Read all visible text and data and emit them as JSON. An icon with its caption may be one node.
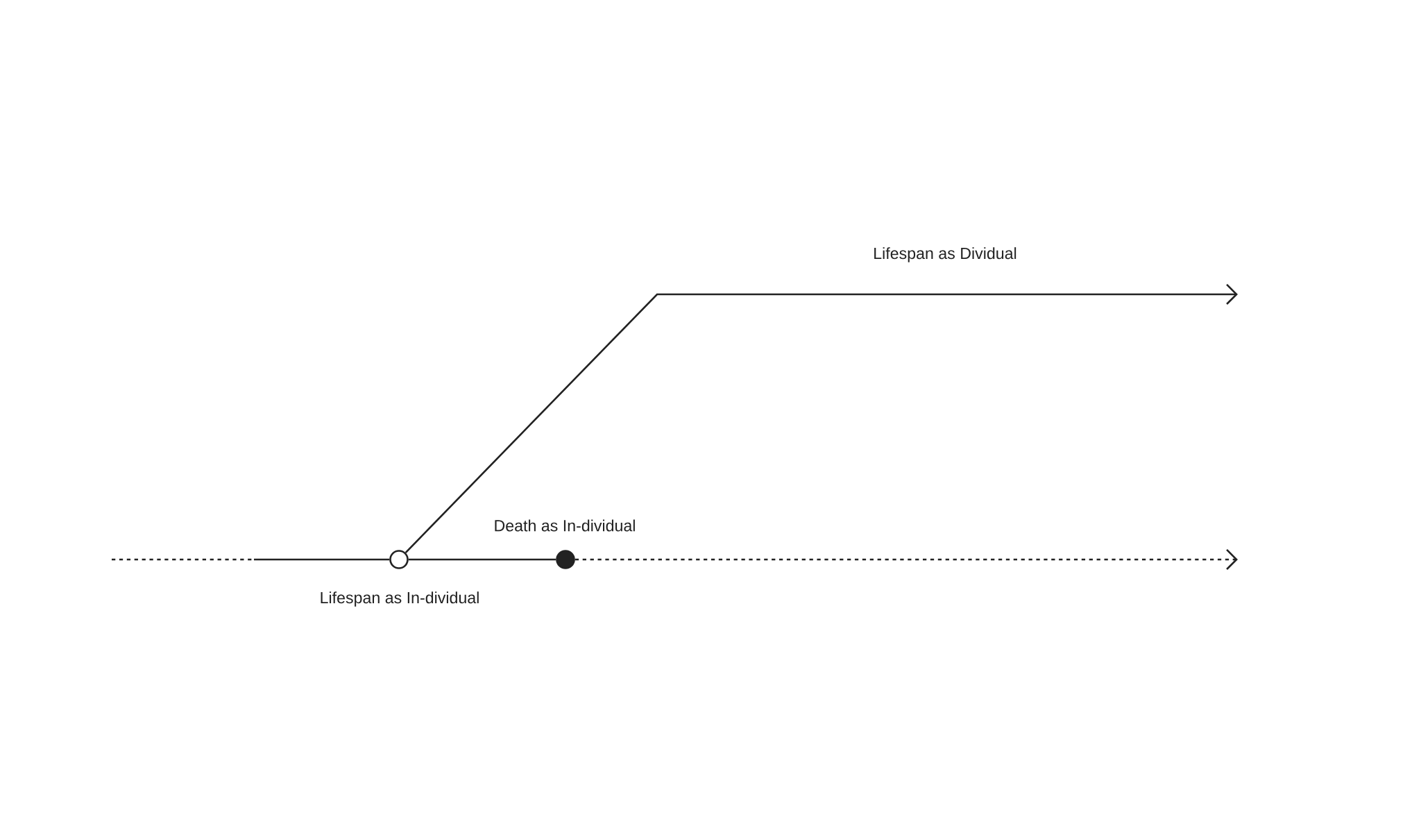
{
  "diagram": {
    "nodes": [
      {
        "text": [],
        "shape": "circle",
        "beside": [
          "Lifespan as In-dividual"
        ]
      },
      {
        "text": [],
        "shape": "dot",
        "beside": [
          "Death as In-dividual"
        ]
      }
    ],
    "edges": [
      {
        "from": null,
        "to": 0,
        "arrow": "none"
      },
      {
        "from": 0,
        "to": 1,
        "arrow": "none"
      },
      {
        "from": 1,
        "to": null,
        "arrow": "to",
        "style": "dashed"
      },
      {
        "from": 0,
        "to": null,
        "arrow": "to",
        "label": "Lifespan as Dividual"
      }
    ]
  }
}
